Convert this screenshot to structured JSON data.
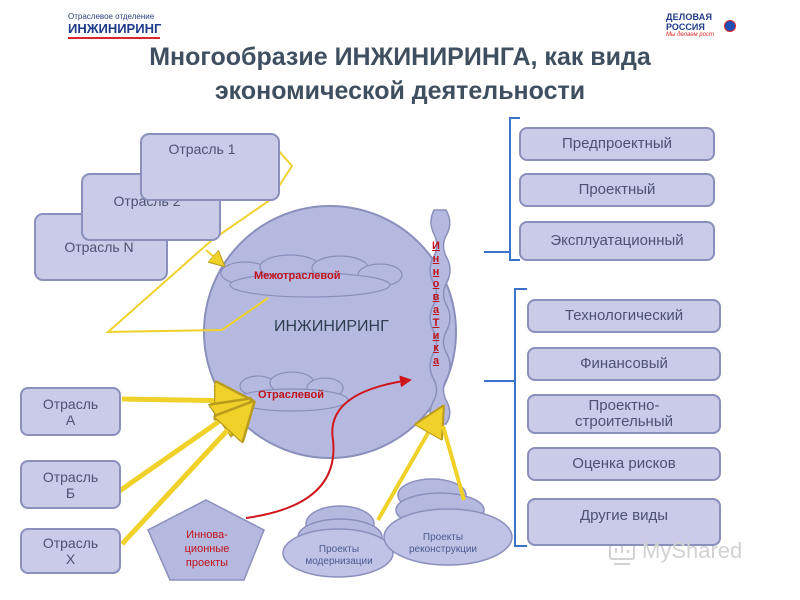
{
  "header": {
    "logo_left": {
      "line1": "Отраслевое отделение",
      "line2": "ИНЖИНИРИНГ"
    },
    "logo_right": {
      "line1": "ДЕЛОВАЯ",
      "line2": "РОССИЯ",
      "slogan": "Мы делаем рост"
    },
    "title_line1": "Многообразие ИНЖИНИРИНГА, как вида",
    "title_line2": "экономической деятельности"
  },
  "center": {
    "engineering": "ИНЖИНИРИНГ",
    "cloud_inter": "Межотраслевой",
    "cloud_sector": "Отраслевой",
    "innovatika": [
      "И",
      "н",
      "н",
      "о",
      "в",
      "а",
      "Т",
      "и",
      "к",
      "а"
    ]
  },
  "industries_top": {
    "first": "Отрасль 1",
    "second": "Отрасль 2",
    "nth": "Отрасль N"
  },
  "industries_left": [
    {
      "l1": "Отрасль",
      "l2": "А"
    },
    {
      "l1": "Отрасль",
      "l2": "Б"
    },
    {
      "l1": "Отрасль",
      "l2": "Х"
    }
  ],
  "projects": {
    "innovative": [
      "Иннова-",
      "ционные",
      "проекты"
    ],
    "modernization": [
      "Проекты",
      "модернизации"
    ],
    "reconstruction": [
      "Проекты",
      "реконструкции"
    ]
  },
  "stages": [
    "Предпроектный",
    "Проектный",
    "Эксплуатационный"
  ],
  "types": [
    [
      "Технологический"
    ],
    [
      "Финансовый"
    ],
    [
      "Проектно-",
      "строительный"
    ],
    [
      "Оценка рисков"
    ],
    [
      "Другие виды"
    ]
  ],
  "watermark": "MyShared",
  "colors": {
    "box_fill": "#c9cbe9",
    "box_border": "#8a8fbc",
    "circle_fill": "#b6b9df",
    "red_text": "#c0111a",
    "arrow_yellow": "#f0d12a",
    "bracket_blue": "#3b73c9"
  }
}
